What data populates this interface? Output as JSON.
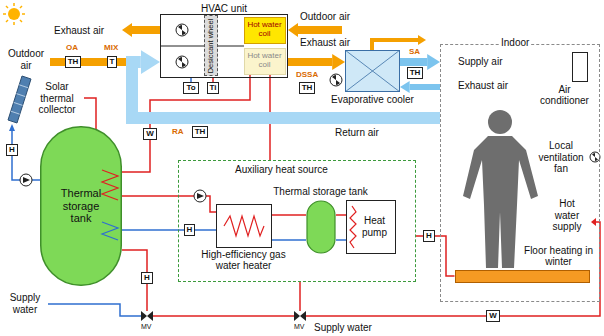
{
  "diagram": {
    "nodes": [
      {
        "text": [
          "HVAC unit"
        ]
      },
      {
        "text": [
          "Desiccant wheel"
        ],
        "in": 0
      },
      {
        "text": [
          "Hot water coil"
        ],
        "in": 0
      },
      {
        "text": [
          "Hot water coil"
        ],
        "in": 0
      },
      {
        "text": [
          "Solar thermal collector"
        ]
      },
      {
        "text": [
          "TH"
        ]
      },
      {
        "text": [
          "T"
        ]
      },
      {
        "text": [
          "TH"
        ]
      },
      {
        "text": [
          "Evaporative cooler"
        ]
      },
      {
        "text": [
          "TH"
        ]
      },
      {
        "text": [
          "Indoor"
        ]
      },
      {
        "text": [
          "Air conditioner"
        ],
        "in": 10
      },
      {
        "text": [
          "Floor heating in winter"
        ],
        "in": 10
      },
      {
        "text": [
          "To"
        ]
      },
      {
        "text": [
          "Ti"
        ]
      },
      {
        "text": [
          "W"
        ]
      },
      {
        "text": [
          "TH"
        ]
      },
      {
        "text": [
          "Thermal storage tank"
        ]
      },
      {
        "text": [
          "H"
        ]
      },
      {
        "text": [
          "Auxiliary heat source"
        ]
      },
      {
        "text": [
          "H"
        ],
        "in": 19
      },
      {
        "text": [
          "Thermal storage tank"
        ],
        "in": 19
      },
      {
        "text": [
          "High-efficiency gas water heater"
        ],
        "in": 19
      },
      {
        "text": [
          "Heat pump"
        ],
        "in": 19
      },
      {
        "text": [
          "H"
        ]
      },
      {
        "text": [
          "H"
        ]
      },
      {
        "text": [
          "W"
        ]
      }
    ],
    "edges": [
      {
        "from": 17,
        "to": 4,
        "arrow": "to"
      },
      {
        "from": 4,
        "to": 17,
        "arrow": "none"
      },
      {
        "from": 17,
        "to": 3,
        "arrow": "none"
      },
      {
        "from": 19,
        "to": 3,
        "arrow": "none"
      },
      {
        "from": 0,
        "to": 8,
        "arrow": "to"
      },
      {
        "from": 8,
        "to": 10,
        "arrow": "to"
      },
      {
        "from": 10,
        "to": 8,
        "arrow": "to"
      },
      {
        "from": 10,
        "to": 0,
        "arrow": "to"
      },
      {
        "from": 19,
        "to": 12,
        "arrow": "none"
      }
    ],
    "labels": [
      "Exhaust air",
      "Outdoor air",
      "Exhaust air",
      "Outdoor air",
      "OA",
      "MIX",
      "DSSA",
      "SA",
      "Supply air",
      "Exhaust air",
      "Local ventilation fan",
      "Hot water supply",
      "RA",
      "Return air",
      "Supply water",
      "MV",
      "MV",
      "Supply water"
    ]
  }
}
